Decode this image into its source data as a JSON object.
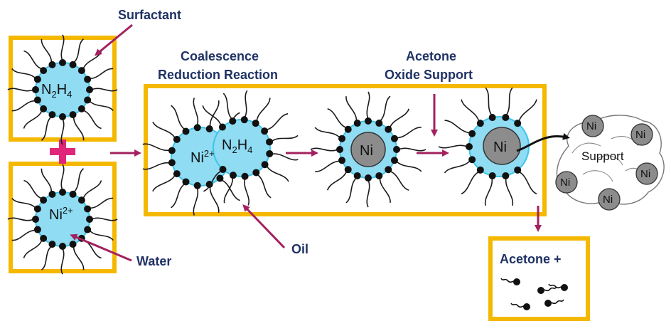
{
  "labels": {
    "surfactant": "Surfactant",
    "coalescence": "Coalescence",
    "reduction": "Reduction Reaction",
    "acetone_top": "Acetone",
    "oxide_support": "Oxide Support",
    "water": "Water",
    "oil": "Oil",
    "acetone_plus": "Acetone +",
    "support": "Support"
  },
  "chem": {
    "hydrazine": {
      "n": "N",
      "n_sub": "2",
      "h": "H",
      "h_sub": "4"
    },
    "nickel_ion": {
      "base": "Ni",
      "sup": "2+"
    },
    "nickel": "Ni"
  },
  "colors": {
    "box": "#f5b800",
    "arrow": "#a3215f",
    "plus": "#e0267a",
    "droplet": "#8fdcf3",
    "droplet_edge": "#3cc5ea",
    "ni_core": "#8c8c8c",
    "label": "#1f3264"
  }
}
